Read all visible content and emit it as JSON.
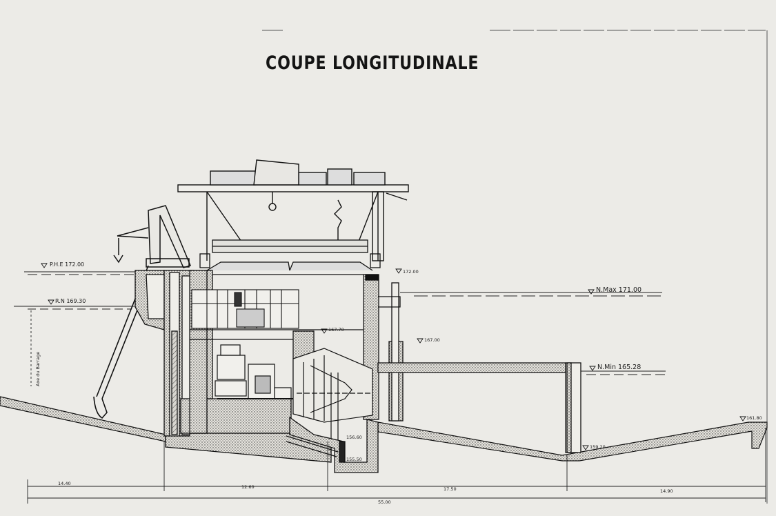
{
  "title": "COUPE LONGITUDINALE",
  "levels": {
    "phe": "P.H.E   172.00",
    "rn": "R.N   169.30",
    "nmax": "N.Max   171.00",
    "nmin": "N.Min   165.28",
    "top_structure": "172.00",
    "intake_floor": "167.70",
    "tailrace_gate": "167.00",
    "draft_tube": "156.60",
    "pit_bottom": "155.50",
    "river_bed": "159.20",
    "downstream_end": "161.80"
  },
  "side_note": "Axe du Barrage",
  "dimensions": {
    "d1": "14.40",
    "d2": "12.60",
    "d3": "17.50",
    "d4": "14.90",
    "total": "55.00"
  }
}
